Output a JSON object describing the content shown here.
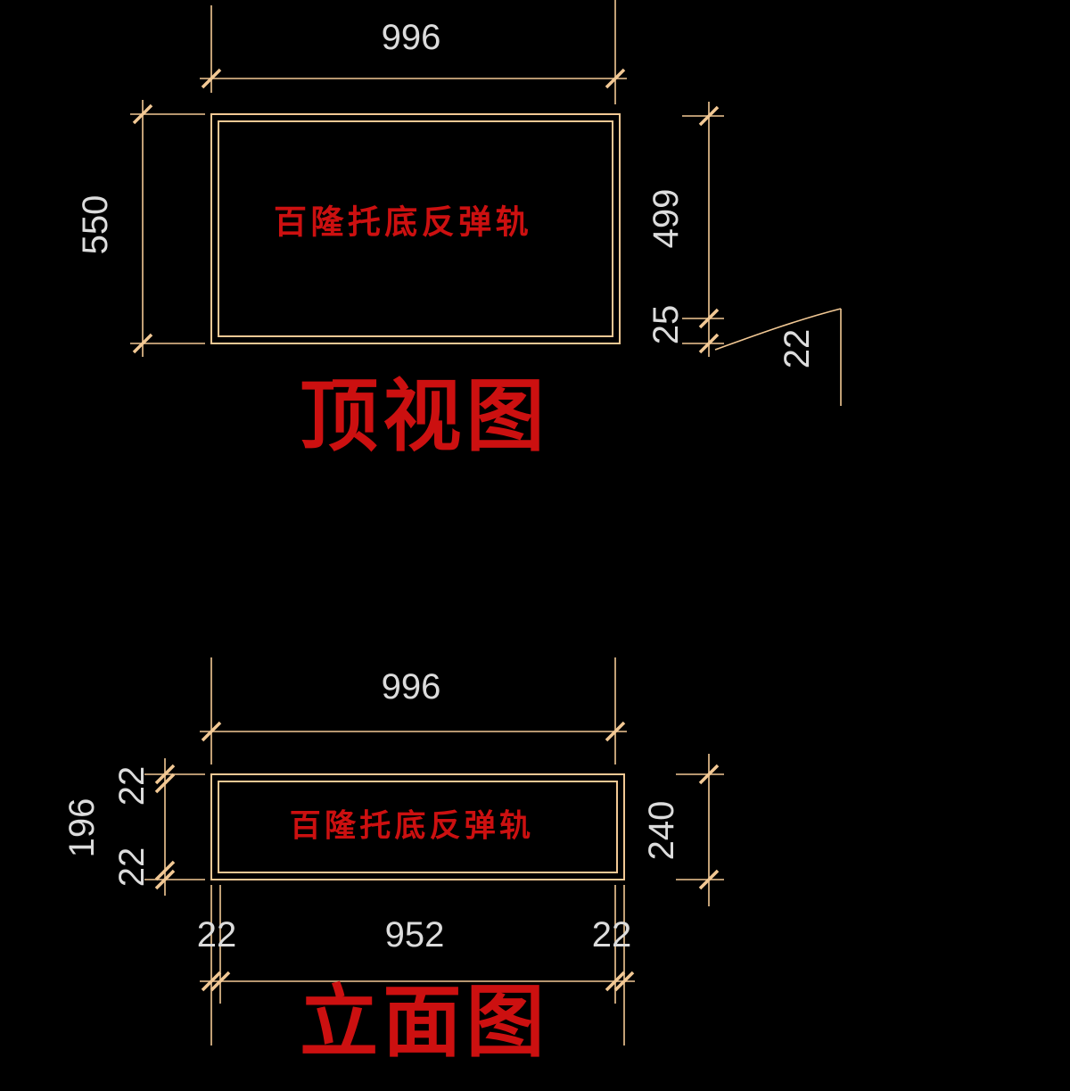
{
  "colors": {
    "background": "#000000",
    "line": "#f2c894",
    "dim_text": "#dcdcdc",
    "red": "#cc1010"
  },
  "top_view": {
    "title": "顶视图",
    "component_label": "百隆托底反弹轨",
    "dim_width": "996",
    "dim_left_height": "550",
    "dim_right_height": "499",
    "dim_offset": "25",
    "dim_leader_thickness": "22"
  },
  "elevation_view": {
    "title": "立面图",
    "component_label": "百隆托底反弹轨",
    "dim_width": "996",
    "dim_left_inner": "196",
    "dim_left_top": "22",
    "dim_left_bottom": "22",
    "dim_right_height": "240",
    "dim_bottom_left": "22",
    "dim_bottom_center": "952",
    "dim_bottom_right": "22"
  }
}
